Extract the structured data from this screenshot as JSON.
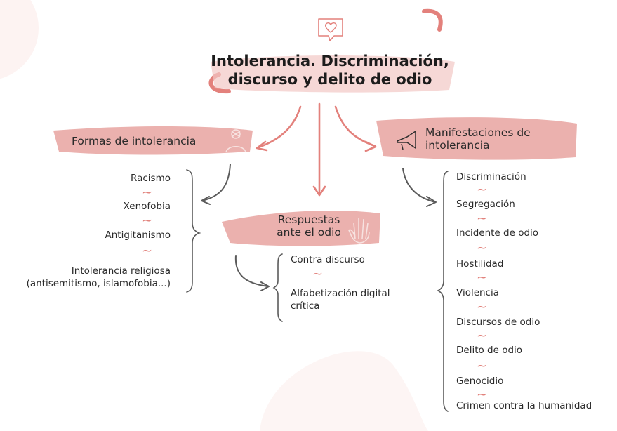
{
  "title": {
    "line1": "Intolerancia. Discriminación,",
    "line2": "discurso y delito de odio"
  },
  "colors": {
    "accent": "#e3817c",
    "brush": "#e8a3a0",
    "arrow_gray": "#5b5b5b"
  },
  "formas": {
    "heading": "Formas de intolerancia",
    "icon": "person-crossed-icon",
    "items": [
      "Racismo",
      "Xenofobia",
      "Antigitanismo"
    ],
    "religiosa_line1": "Intolerancia religiosa",
    "religiosa_line2": "(antisemitismo, islamofobia...)"
  },
  "respuestas": {
    "heading_line1": "Respuestas",
    "heading_line2": "ante el odio",
    "icon": "raised-hand-icon",
    "item1": "Contra discurso",
    "item2_line1": "Alfabetización digital",
    "item2_line2": "crítica"
  },
  "manifestaciones": {
    "heading_line1": "Manifestaciones de",
    "heading_line2": "intolerancia",
    "icon": "megaphone-icon",
    "items": [
      "Discriminación",
      "Segregación",
      "Incidente de odio",
      "Hostilidad",
      "Violencia",
      "Discursos de odio",
      "Delito de odio",
      "Genocidio",
      "Crimen contra la humanidad"
    ]
  }
}
